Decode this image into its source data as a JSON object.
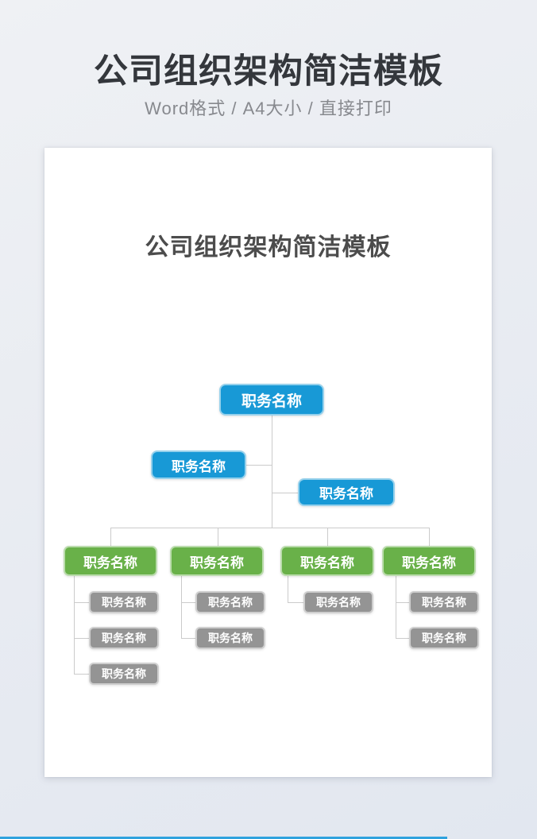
{
  "header": {
    "title": "公司组织架构简洁模板",
    "subtitle": "Word格式 / A4大小 / 直接打印"
  },
  "document": {
    "title": "公司组织架构简洁模板"
  },
  "org_chart": {
    "root": {
      "label": "职务名称",
      "color": "#1899d6"
    },
    "assistants": [
      {
        "label": "职务名称",
        "side": "left"
      },
      {
        "label": "职务名称",
        "side": "right"
      }
    ],
    "departments": [
      {
        "label": "职务名称",
        "children": [
          "职务名称",
          "职务名称",
          "职务名称"
        ]
      },
      {
        "label": "职务名称",
        "children": [
          "职务名称",
          "职务名称"
        ]
      },
      {
        "label": "职务名称",
        "children": [
          "职务名称"
        ]
      },
      {
        "label": "职务名称",
        "children": [
          "职务名称",
          "职务名称"
        ]
      }
    ]
  },
  "colors": {
    "node_blue": "#1899d6",
    "node_green": "#69b149",
    "node_gray": "#949494",
    "connector": "#cbcbcb",
    "page_background": "#e9ecf2",
    "paper_background": "#ffffff",
    "header_text": "#34373c",
    "subtitle_text": "#87898e",
    "bottom_bar": "#2ea2de"
  }
}
